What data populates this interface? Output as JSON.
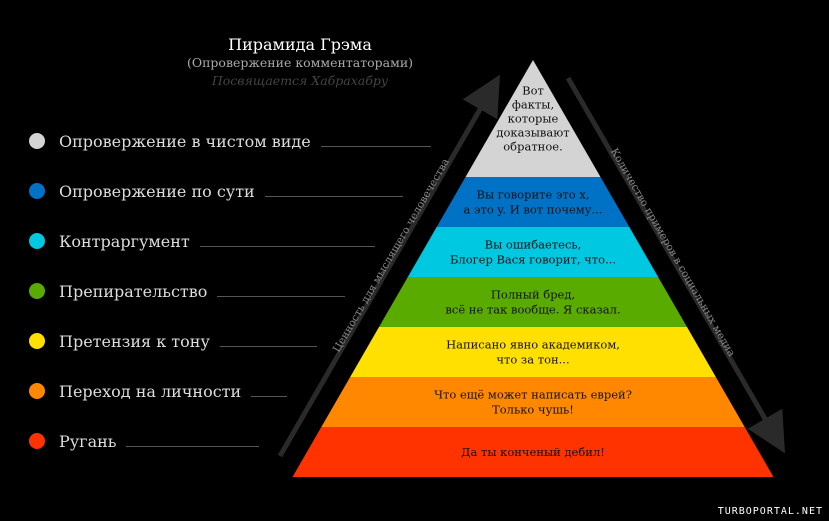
{
  "title": "Пирамида Грэма",
  "subtitle": "(Опровержение комментаторами)",
  "dedication": "Посвящается Хабрахабру",
  "legend": [
    {
      "label": "Опровержение в чистом виде",
      "color": "#d4d4d4"
    },
    {
      "label": "Опровержение по сути",
      "color": "#0072c6"
    },
    {
      "label": "Контраргумент",
      "color": "#00c8e0"
    },
    {
      "label": "Препирательство",
      "color": "#5aab00"
    },
    {
      "label": "Претензия к тону",
      "color": "#ffe000"
    },
    {
      "label": "Переход на личности",
      "color": "#ff8800"
    },
    {
      "label": "Ругань",
      "color": "#ff3300"
    }
  ],
  "pyramid": [
    {
      "lines": [
        "Вот",
        "факты,",
        "которые",
        "доказывают",
        "обратное."
      ],
      "color": "#d4d4d4"
    },
    {
      "lines": [
        "Вы говорите это x,",
        "а это y. И вот почему..."
      ],
      "color": "#0072c6"
    },
    {
      "lines": [
        "Вы ошибаетесь,",
        "Блогер Вася говорит, что..."
      ],
      "color": "#00c8e0"
    },
    {
      "lines": [
        "Полный бред,",
        "всё не так вообще. Я сказал."
      ],
      "color": "#5aab00"
    },
    {
      "lines": [
        "Написано явно академиком,",
        "что за тон..."
      ],
      "color": "#ffe000"
    },
    {
      "lines": [
        "Что ещё может написать еврей?",
        "Только чушь!"
      ],
      "color": "#ff8800"
    },
    {
      "lines": [
        "Да ты конченый дебил!"
      ],
      "color": "#ff3300"
    }
  ],
  "left_arrow_label": "Ценность для мыслящего человечества",
  "right_arrow_label": "Количество примеров в социальных медиа",
  "watermark": "TURBOPORTAL.NET"
}
